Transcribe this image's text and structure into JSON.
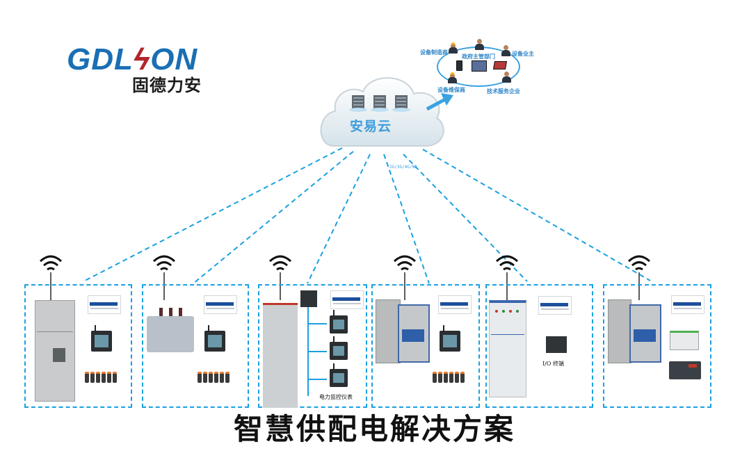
{
  "logo": {
    "name_en_part1": "GDL",
    "name_en_bolt": "ϟ",
    "name_en_part2": "ON",
    "name_cn": "固德力安",
    "brand_color": "#1a6fb4",
    "bolt_color": "#b1262b"
  },
  "cloud": {
    "label": "安易云",
    "network_label": "2G/3G/4G/NB",
    "server_icons": [
      "server-rack-icon",
      "server-rack-icon",
      "server-rack-icon"
    ]
  },
  "stakeholders": {
    "items": [
      {
        "label": "设备制造商",
        "icon": "worker-hardhat-icon"
      },
      {
        "label": "政府主管部门",
        "icon": "businessman-icon"
      },
      {
        "label": "设备业主",
        "icon": "businessman-icon"
      },
      {
        "label": "设备维保商",
        "icon": "worker-hardhat-icon"
      },
      {
        "label": "技术服务企业",
        "icon": "businessman-icon"
      }
    ],
    "devices": [
      "smartphone-icon",
      "tablet-icon",
      "laptop-icon"
    ]
  },
  "sites": [
    {
      "equipment": "high-voltage-switchgear",
      "devices": [
        "gateway-card",
        "wireless-meter",
        "current-transformers"
      ],
      "ct_count": 6,
      "caption": ""
    },
    {
      "equipment": "power-transformer",
      "devices": [
        "gateway-card",
        "wireless-meter",
        "current-transformers"
      ],
      "ct_count": 6,
      "caption": ""
    },
    {
      "equipment": "low-voltage-drawer-cabinet",
      "devices": [
        "io-gateway",
        "gateway-card",
        "meter",
        "meter",
        "meter"
      ],
      "caption": "电力监控仪表"
    },
    {
      "equipment": "distribution-box",
      "devices": [
        "gateway-card",
        "wireless-meter",
        "current-transformers"
      ],
      "ct_count": 6,
      "caption": ""
    },
    {
      "equipment": "control-cabinet",
      "devices": [
        "gateway-card",
        "io-terminal"
      ],
      "caption": "I/O 终端"
    },
    {
      "equipment": "distribution-box",
      "devices": [
        "gateway-card",
        "din-rail-module",
        "io-module"
      ],
      "caption": ""
    }
  ],
  "title": "智慧供配电解决方案",
  "colors": {
    "link_line": "#1aa0e0",
    "box_border": "#1aa0e0",
    "cloud_text": "#3d9ddc"
  }
}
